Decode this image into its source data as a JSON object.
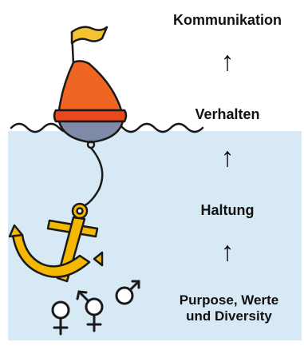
{
  "labels": {
    "kommunikation": "Kommunikation",
    "verhalten": "Verhalten",
    "haltung": "Haltung",
    "purpose_line1": "Purpose, Werte",
    "purpose_line2": "und Diversity"
  },
  "arrows": {
    "glyph": "↑"
  },
  "colors": {
    "water": "#d7e9f4",
    "flag": "#f4c430",
    "buoy_top": "#f06424",
    "buoy_band": "#e8481c",
    "buoy_bottom": "#7f8aa8",
    "anchor": "#f5b800",
    "outline": "#1a1a1a"
  },
  "icons": [
    "buoy-icon",
    "flag-icon",
    "anchor-icon",
    "gender-symbols-icon"
  ]
}
